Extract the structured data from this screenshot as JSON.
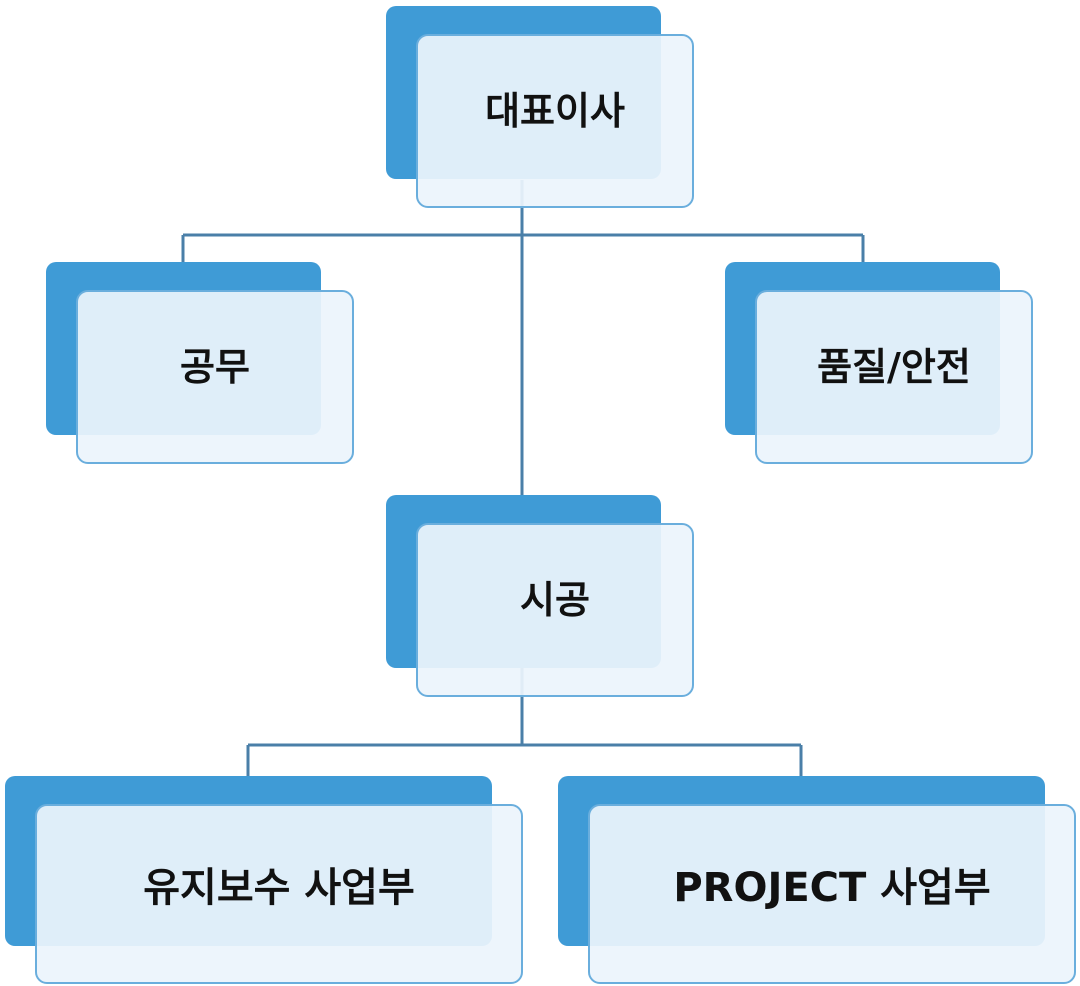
{
  "diagram": {
    "type": "org-chart",
    "line_color": "#4a7fa8",
    "back_color": "#3f9bd6",
    "front_color": "#ecf4fc",
    "front_border_color": "#6aaedd",
    "nodes": {
      "ceo": {
        "label": "대표이사"
      },
      "engineering": {
        "label": "공무"
      },
      "quality_safety": {
        "label": "품질/안전"
      },
      "construction": {
        "label": "시공"
      },
      "maintenance": {
        "label": "유지보수 사업부"
      },
      "project": {
        "label": "PROJECT 사업부"
      }
    },
    "edges": [
      {
        "from": "ceo",
        "to": "engineering"
      },
      {
        "from": "ceo",
        "to": "quality_safety"
      },
      {
        "from": "ceo",
        "to": "construction"
      },
      {
        "from": "construction",
        "to": "maintenance"
      },
      {
        "from": "construction",
        "to": "project"
      }
    ]
  }
}
